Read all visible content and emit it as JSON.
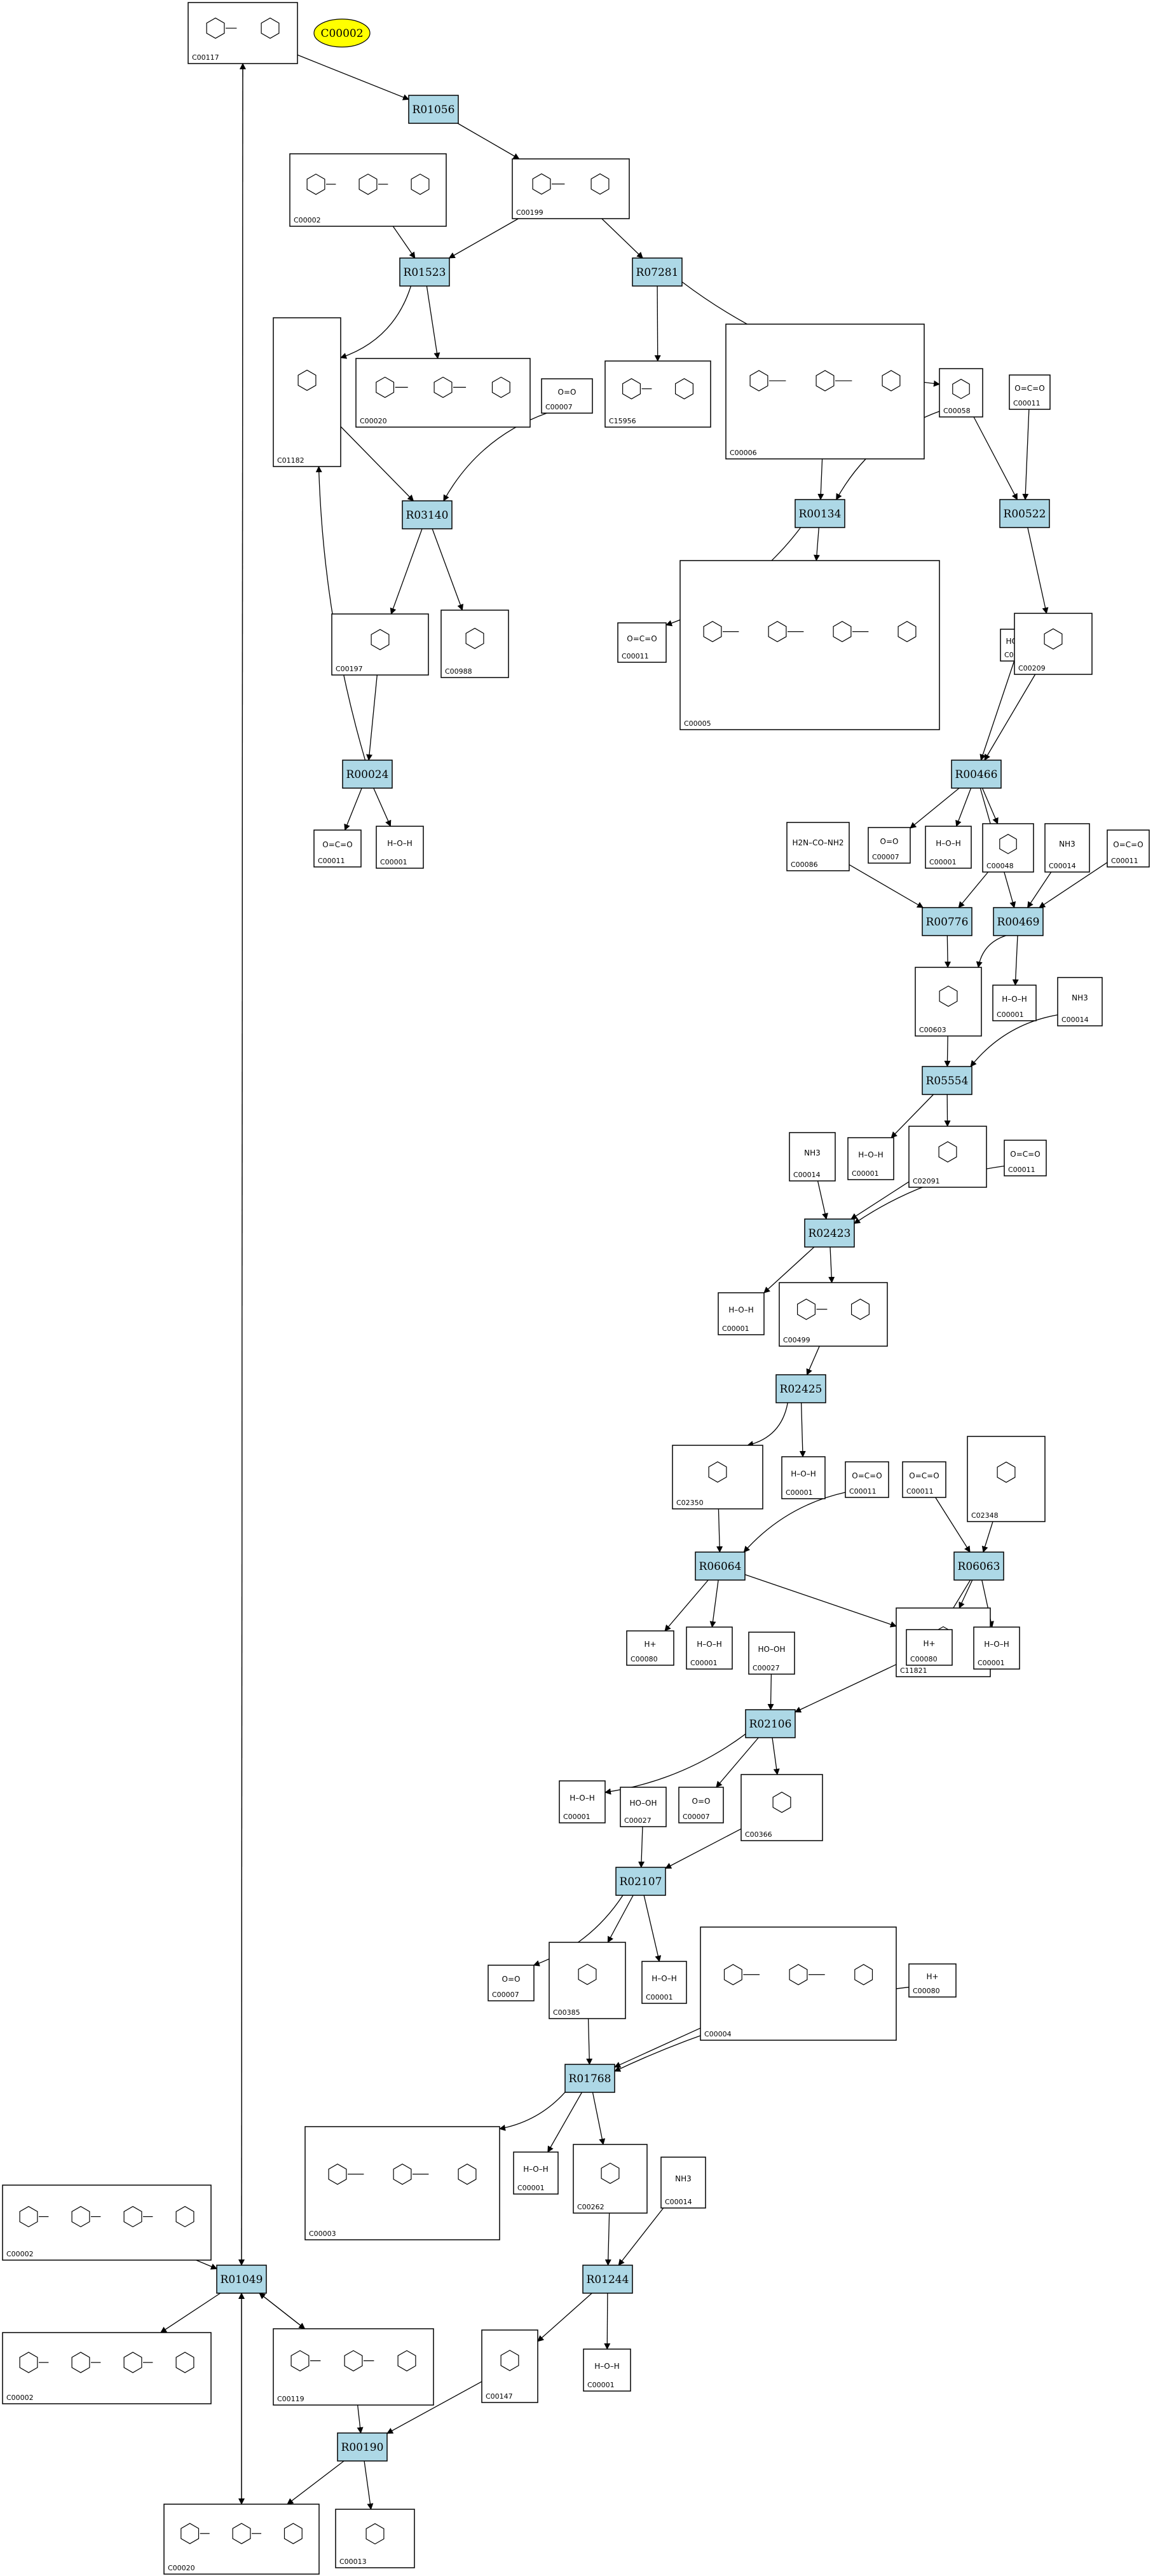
{
  "start_node": {
    "label": "C00002"
  },
  "reactions": [
    "R01056",
    "R01523",
    "R07281",
    "R03140",
    "R00134",
    "R00522",
    "R00024",
    "R00466",
    "R00776",
    "R00469",
    "R05554",
    "R02423",
    "R02425",
    "R06064",
    "R06063",
    "R02106",
    "R02107",
    "R01768",
    "R01244",
    "R01049",
    "R00190"
  ],
  "compounds": [
    {
      "id": "C00117",
      "formula": ""
    },
    {
      "id": "C00002",
      "formula": ""
    },
    {
      "id": "C00199",
      "formula": ""
    },
    {
      "id": "C01182",
      "formula": ""
    },
    {
      "id": "C00020",
      "formula": ""
    },
    {
      "id": "C00007",
      "formula": "O=O"
    },
    {
      "id": "C15956",
      "formula": ""
    },
    {
      "id": "C00006",
      "formula": ""
    },
    {
      "id": "C00058",
      "formula": ""
    },
    {
      "id": "C00011",
      "formula": "O=C=O"
    },
    {
      "id": "C00197",
      "formula": ""
    },
    {
      "id": "C00988",
      "formula": ""
    },
    {
      "id": "C00011",
      "formula": "O=C=O"
    },
    {
      "id": "C00005",
      "formula": ""
    },
    {
      "id": "C00027",
      "formula": "HO–OH"
    },
    {
      "id": "C00209",
      "formula": ""
    },
    {
      "id": "C00011",
      "formula": "O=C=O"
    },
    {
      "id": "C00001",
      "formula": "H–O–H"
    },
    {
      "id": "C00007",
      "formula": "O=O"
    },
    {
      "id": "C00001",
      "formula": "H–O–H"
    },
    {
      "id": "C00048",
      "formula": ""
    },
    {
      "id": "C00014",
      "formula": "NH3"
    },
    {
      "id": "C00011",
      "formula": "O=C=O"
    },
    {
      "id": "C00086",
      "formula": "H2N–CO–NH2"
    },
    {
      "id": "C00603",
      "formula": ""
    },
    {
      "id": "C00001",
      "formula": "H–O–H"
    },
    {
      "id": "C00014",
      "formula": "NH3"
    },
    {
      "id": "C00014",
      "formula": "NH3"
    },
    {
      "id": "C00001",
      "formula": "H–O–H"
    },
    {
      "id": "C02091",
      "formula": ""
    },
    {
      "id": "C00011",
      "formula": "O=C=O"
    },
    {
      "id": "C00001",
      "formula": "H–O–H"
    },
    {
      "id": "C00499",
      "formula": ""
    },
    {
      "id": "C02350",
      "formula": ""
    },
    {
      "id": "C00001",
      "formula": "H–O–H"
    },
    {
      "id": "C00011",
      "formula": "O=C=O"
    },
    {
      "id": "C00011",
      "formula": "O=C=O"
    },
    {
      "id": "C02348",
      "formula": ""
    },
    {
      "id": "C00080",
      "formula": "H+"
    },
    {
      "id": "C00001",
      "formula": "H–O–H"
    },
    {
      "id": "C00027",
      "formula": "HO–OH"
    },
    {
      "id": "C11821",
      "formula": ""
    },
    {
      "id": "C00080",
      "formula": "H+"
    },
    {
      "id": "C00001",
      "formula": "H–O–H"
    },
    {
      "id": "C00001",
      "formula": "H–O–H"
    },
    {
      "id": "C00007",
      "formula": "O=O"
    },
    {
      "id": "C00366",
      "formula": ""
    },
    {
      "id": "C00027",
      "formula": "HO–OH"
    },
    {
      "id": "C00007",
      "formula": "O=O"
    },
    {
      "id": "C00385",
      "formula": ""
    },
    {
      "id": "C00001",
      "formula": "H–O–H"
    },
    {
      "id": "C00004",
      "formula": ""
    },
    {
      "id": "C00080",
      "formula": "H+"
    },
    {
      "id": "C00003",
      "formula": ""
    },
    {
      "id": "C00001",
      "formula": "H–O–H"
    },
    {
      "id": "C00262",
      "formula": ""
    },
    {
      "id": "C00014",
      "formula": "NH3"
    },
    {
      "id": "C00002",
      "formula": ""
    },
    {
      "id": "C00002",
      "formula": ""
    },
    {
      "id": "C00119",
      "formula": ""
    },
    {
      "id": "C00147",
      "formula": ""
    },
    {
      "id": "C00001",
      "formula": "H–O–H"
    },
    {
      "id": "C00020",
      "formula": ""
    },
    {
      "id": "C00013",
      "formula": ""
    }
  ],
  "colors": {
    "reaction_fill": "#add8e6",
    "start_fill": "#ffff00",
    "edge": "#000000"
  }
}
